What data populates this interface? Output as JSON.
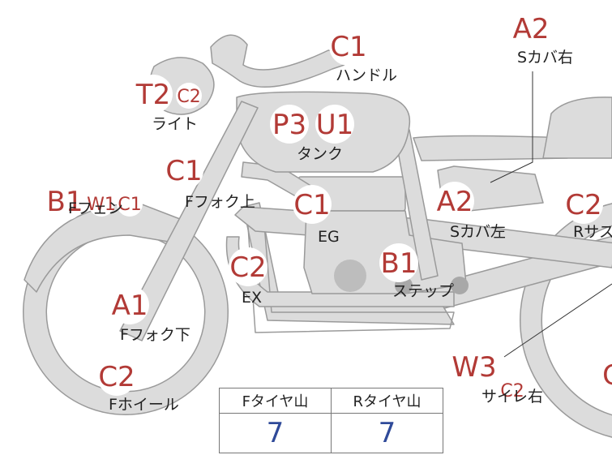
{
  "labels": {
    "handle": "ハンドル",
    "s_cover_right": "Sカバ右",
    "light": "ライト",
    "tank": "タンク",
    "f_fork_upper": "Fフォク上",
    "eg": "EG",
    "s_cover_left": "Sカバ左",
    "r_sus": "Rサス",
    "f_fender": "Fフェン",
    "ex": "EX",
    "step": "ステップ",
    "f_fork_lower": "Fフォク下",
    "f_wheel": "Fホイール",
    "silencer_right": "サイレ右"
  },
  "codes": {
    "handle": "C1",
    "s_cover_right": "A2",
    "light_main": "T2",
    "light_sub": "C2",
    "tank_1": "P3",
    "tank_2": "U1",
    "f_fork_upper": "C1",
    "eg": "C1",
    "s_cover_left": "A2",
    "r_sus": "C2",
    "f_fender_main": "B1",
    "f_fender_sub1": "W1",
    "f_fender_sub2": "C1",
    "ex": "C2",
    "step": "B1",
    "f_fork_lower": "A1",
    "f_wheel": "C2",
    "silencer_main": "W3",
    "silencer_sub": "C2",
    "rear_edge": "C"
  },
  "tire_table": {
    "headers": [
      "Fタイヤ山",
      "Rタイヤ山"
    ],
    "values": [
      "7",
      "7"
    ]
  }
}
